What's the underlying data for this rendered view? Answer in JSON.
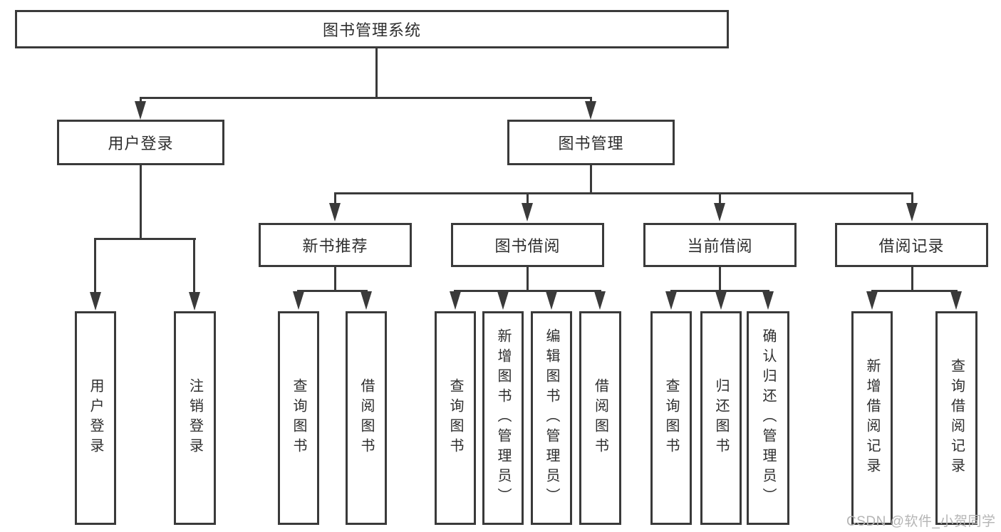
{
  "tree": {
    "label": "图书管理系统",
    "children": [
      {
        "label": "用户登录",
        "children": [
          {
            "label": "用户登录"
          },
          {
            "label": "注销登录"
          }
        ]
      },
      {
        "label": "图书管理",
        "children": [
          {
            "label": "新书推荐",
            "children": [
              {
                "label": "查询图书"
              },
              {
                "label": "借阅图书"
              }
            ]
          },
          {
            "label": "图书借阅",
            "children": [
              {
                "label": "查询图书"
              },
              {
                "label": "新增图书（管理员）"
              },
              {
                "label": "编辑图书（管理员）"
              },
              {
                "label": "借阅图书"
              }
            ]
          },
          {
            "label": "当前借阅",
            "children": [
              {
                "label": "查询图书"
              },
              {
                "label": "归还图书"
              },
              {
                "label": "确认归还（管理员）"
              }
            ]
          },
          {
            "label": "借阅记录",
            "children": [
              {
                "label": "新增借阅记录"
              },
              {
                "label": "查询借阅记录"
              }
            ]
          }
        ]
      }
    ]
  },
  "watermark": "CSDN @软件_小贺同学",
  "colors": {
    "line": "#3a3a3a",
    "text": "#2e2e2e",
    "background": "#ffffff",
    "watermark": "#b5b5b5"
  }
}
